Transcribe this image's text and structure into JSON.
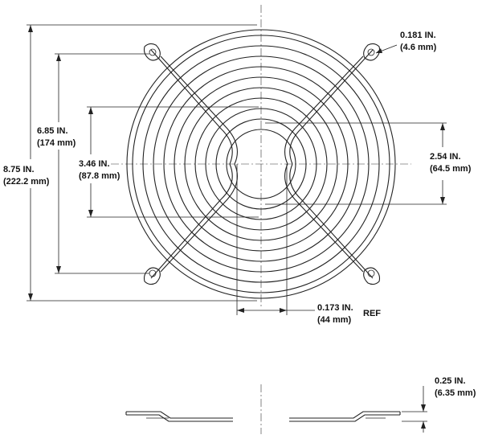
{
  "colors": {
    "line": "#222222",
    "text": "#111111",
    "background": "#ffffff"
  },
  "dimensions": {
    "hole_diameter": {
      "inch": "0.181 IN.",
      "mm": "(4.6 mm)"
    },
    "outer_diameter": {
      "inch": "8.75 IN.",
      "mm": "(222.2 mm)"
    },
    "hole_spacing": {
      "inch": "6.85 IN.",
      "mm": "(174 mm)"
    },
    "center_opening": {
      "inch": "3.46 IN.",
      "mm": "(87.8 mm)"
    },
    "right_opening": {
      "inch": "2.54 IN.",
      "mm": "(64.5 mm)"
    },
    "wire_gap": {
      "inch": "0.173 IN.",
      "mm": "(44 mm)",
      "ref": "REF"
    },
    "thickness": {
      "inch": "0.25 IN.",
      "mm": "(6.35 mm)"
    }
  }
}
